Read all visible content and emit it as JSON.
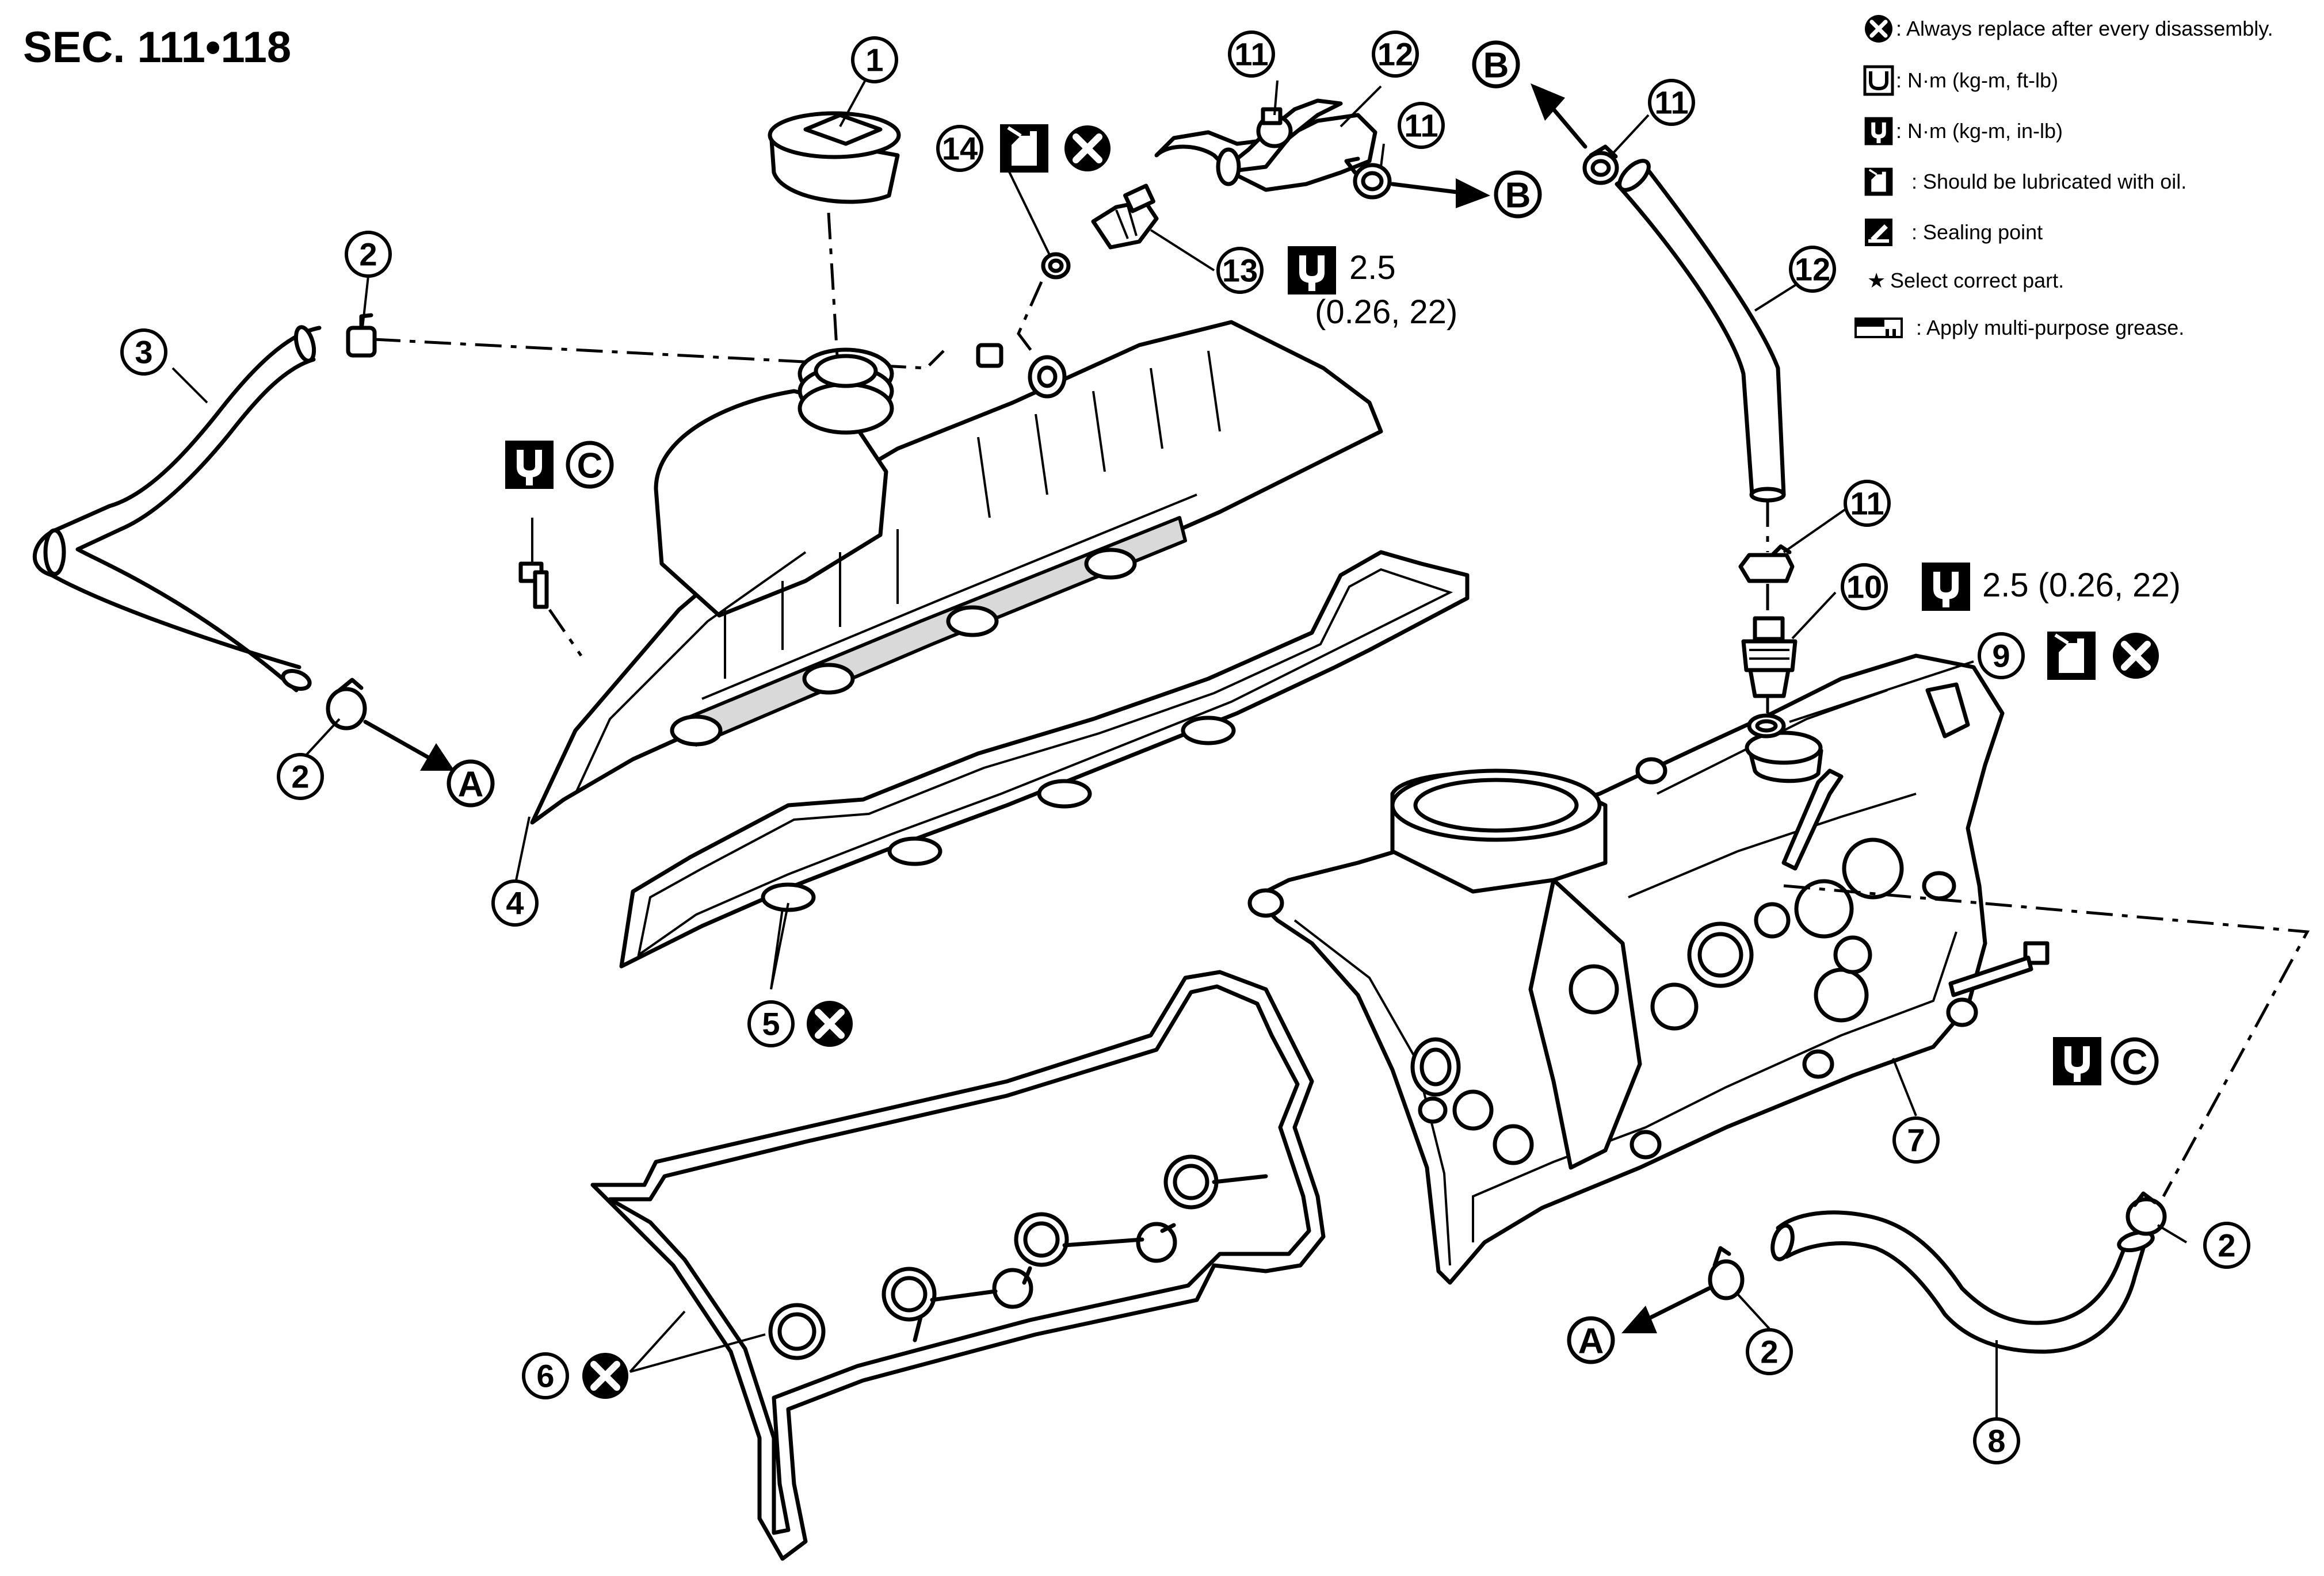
{
  "section_title": "SEC. 111•118",
  "callouts": {
    "c1": "1",
    "c2a": "2",
    "c2b": "2",
    "c2c": "2",
    "c2d": "2",
    "c3": "3",
    "c4": "4",
    "c5": "5",
    "c6": "6",
    "c7": "7",
    "c8": "8",
    "c9": "9",
    "c10": "10",
    "c11a": "11",
    "c11b": "11",
    "c11c": "11",
    "c11d": "11",
    "c12a": "12",
    "c12b": "12",
    "c13": "13",
    "c14": "14"
  },
  "connectors": {
    "a_left": "A",
    "a_right": "A",
    "b_left": "B",
    "b_right": "B",
    "c_left": "C",
    "c_right": "C"
  },
  "torque": {
    "item13_line1": "2.5",
    "item13_line2": "(0.26, 22)",
    "item10": "2.5 (0.26, 22)"
  },
  "legend": {
    "replace": ": Always replace after every disassembly.",
    "ft_lb": ": N·m (kg-m, ft-lb)",
    "in_lb": ": N·m (kg-m, in-lb)",
    "oil": ": Should be lubricated with oil.",
    "sealing": ": Sealing point",
    "select": "Select correct part.",
    "grease": ": Apply multi-purpose grease."
  },
  "icons": {
    "replace": "always-replace-x-icon",
    "torque_ft": "torque-ft-lb-icon",
    "torque_in": "torque-in-lb-icon",
    "oil": "oil-can-icon",
    "sealing": "sealing-point-icon",
    "star": "select-part-star-icon",
    "grease": "grease-icon"
  },
  "colors": {
    "line": "#000000",
    "background": "#ffffff",
    "shading": "#d9d9d9"
  }
}
